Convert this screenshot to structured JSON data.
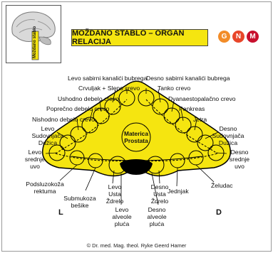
{
  "header": {
    "title": "MOŽDANO STABLO – ORGAN RELACIJA",
    "brain_caption": "Moždano stablo",
    "logo": {
      "letters": [
        "G",
        "N",
        "M"
      ],
      "colors": [
        "#f28c28",
        "#e8462a",
        "#c8102e"
      ]
    }
  },
  "diagram": {
    "center_label": "Materica\nProstata",
    "left_marker": "L",
    "right_marker": "D",
    "labels_left": [
      "Levo sabirni kanalići bubrega",
      "Crvuljak + Slepo crevo",
      "Ushodno debelo crevo",
      "Poprečno debelo crevo",
      "Nishodno debelo crevo",
      "Levo\nSudovnjača\nDužica",
      "Levo\nsrednje\nuvo",
      "Podsluzokoža\nrektuma",
      "Submukoza\nbešike",
      "Levo\nUsta\nŽdrelo",
      "Levo\nalveole\npluća"
    ],
    "labels_right": [
      "Desno sabirni kanalići bubrega",
      "Tanko crevo",
      "Dvanaestopalačno crevo",
      "Pankreas",
      "Jetra",
      "Desno\nSudovnjača\nDužica",
      "Desno\nsrednje\nuvo",
      "Želudac",
      "Jednjak",
      "Desno\nUsta\nŽdrelo",
      "Desno\nalveole\npluća"
    ]
  },
  "footer": {
    "copyright": "© Dr. med. Mag. theol. Ryke Geerd Hamer"
  },
  "colors": {
    "accent": "#f5e510",
    "outline": "#000000"
  }
}
